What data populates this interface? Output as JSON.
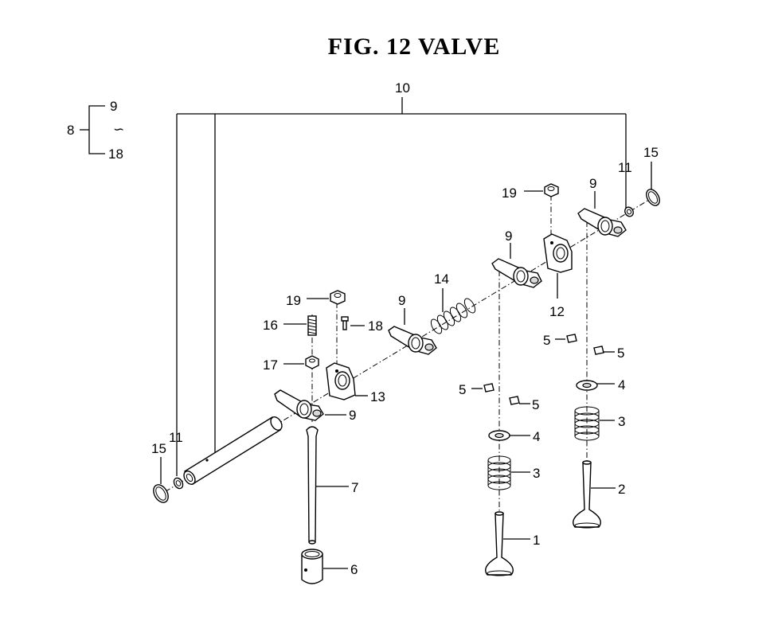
{
  "title": "FIG. 12  VALVE",
  "legend": {
    "group": "8",
    "top": "9",
    "tilde": "∽",
    "bottom": "18"
  },
  "labels": {
    "l10": "10",
    "l11_right": "11",
    "l15_right": "15",
    "l19_top": "19",
    "l9_far": "9",
    "l9_mid": "9",
    "l12": "12",
    "l14": "14",
    "l9_spring": "9",
    "l19_left": "19",
    "l16": "16",
    "l18": "18",
    "l17": "17",
    "l13": "13",
    "l9_near": "9",
    "l5_a": "5",
    "l5_b": "5",
    "l4_right": "4",
    "l3_right": "3",
    "l2": "2",
    "l5_c": "5",
    "l5_d": "5",
    "l4_mid": "4",
    "l3_mid": "3",
    "l1": "1",
    "l15_left": "15",
    "l11_left": "11",
    "l7": "7",
    "l6": "6"
  }
}
